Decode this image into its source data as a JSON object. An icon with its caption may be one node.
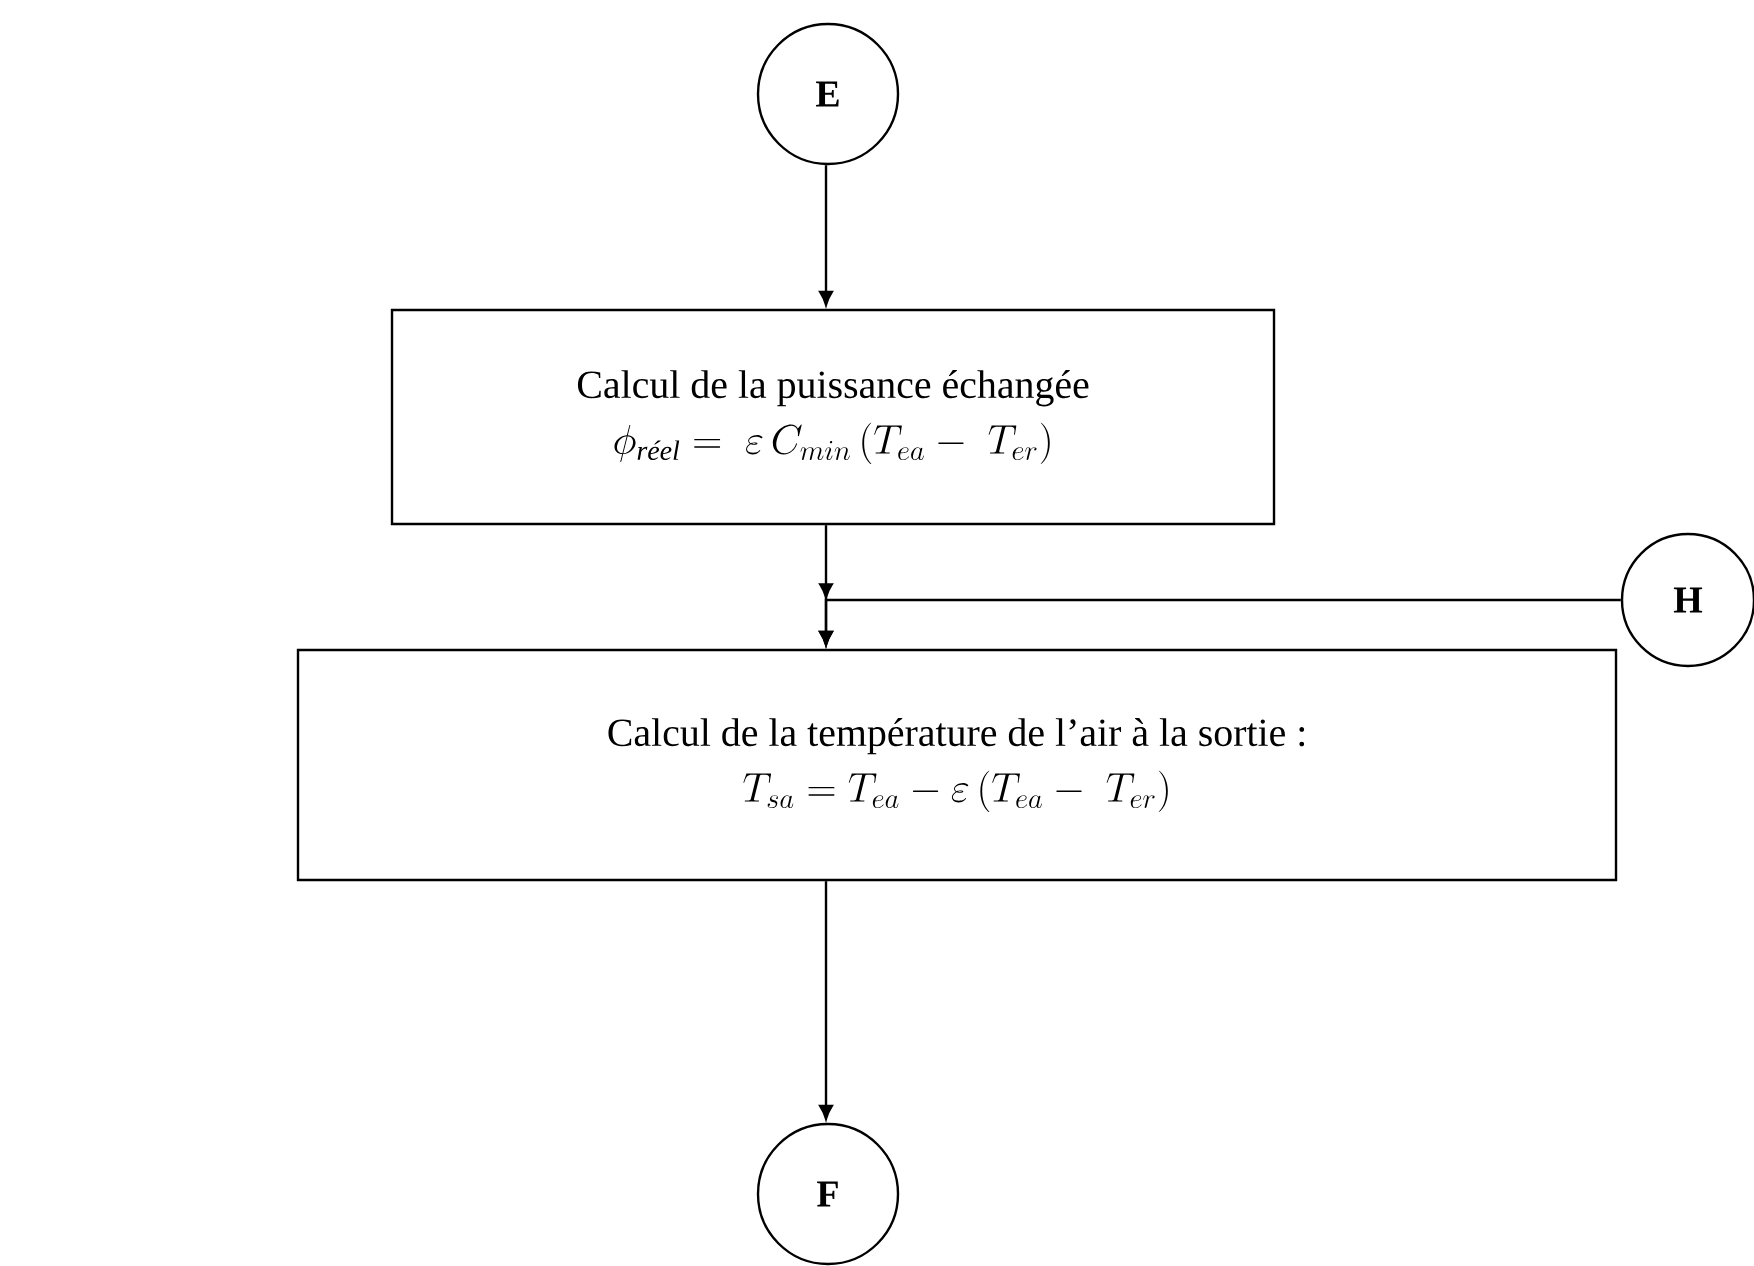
{
  "diagram": {
    "nodes": [
      {
        "text": [
          "E"
        ]
      },
      {
        "text": [
          "Calcul de la puissance échangée",
          "\\phi_{\\mathit{réel}} = \\;\\varepsilon\\, C_{min}\\,(T_{ea} -\\; T_{er})"
        ]
      },
      {
        "text": [
          "H"
        ]
      },
      {
        "text": [
          "Calcul de la température de l’air à la sortie :",
          "T_{sa} = T_{ea} - \\varepsilon\\,(T_{ea} -\\; T_{er})"
        ]
      },
      {
        "text": [
          "F"
        ]
      }
    ],
    "edges": [
      {
        "from": 0,
        "to": 1,
        "arrow": "to"
      },
      {
        "from": 1,
        "to": 3,
        "arrow": "to"
      },
      {
        "from": 2,
        "to": 3,
        "arrow": "to"
      },
      {
        "from": 3,
        "to": 4,
        "arrow": "to"
      }
    ]
  }
}
